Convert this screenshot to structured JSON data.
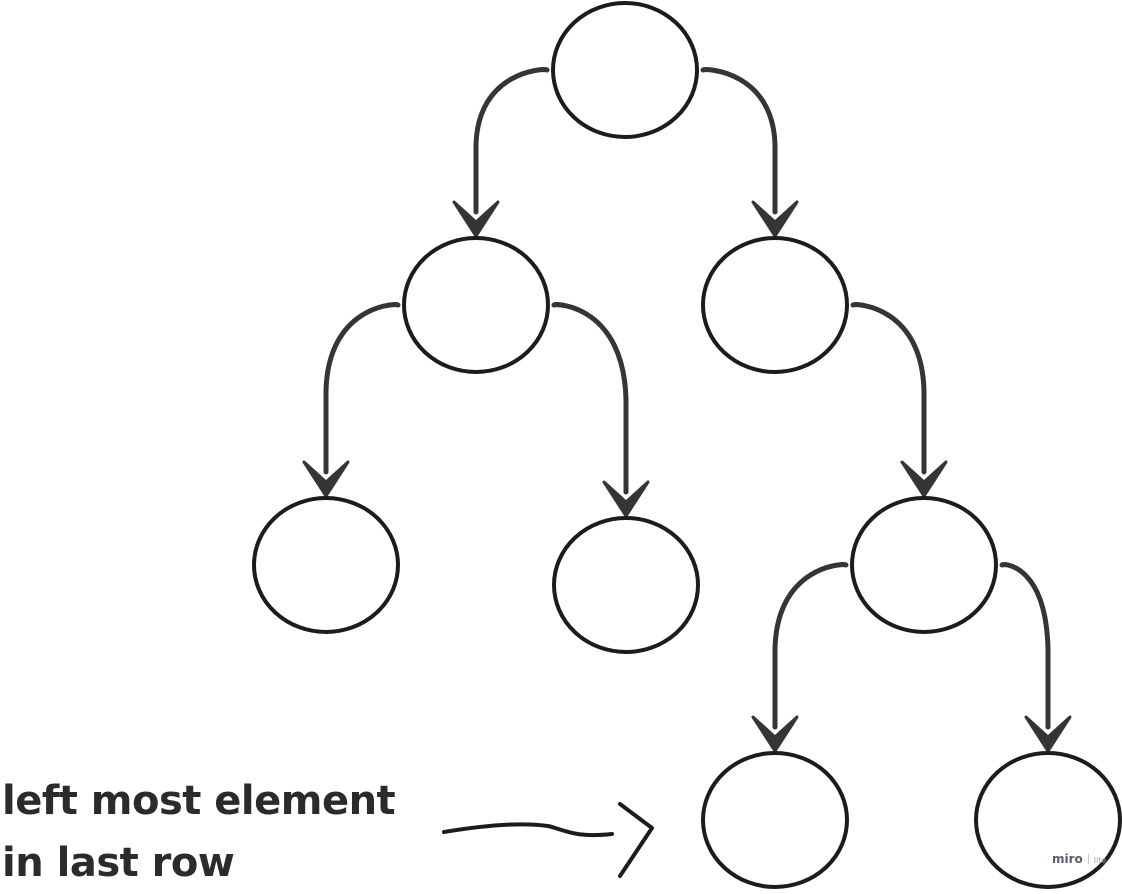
{
  "diagram": {
    "nodes": [
      {
        "id": "root"
      },
      {
        "id": "l"
      },
      {
        "id": "r"
      },
      {
        "id": "ll"
      },
      {
        "id": "lr"
      },
      {
        "id": "rr"
      },
      {
        "id": "rrl"
      },
      {
        "id": "rrr"
      }
    ],
    "edges": [
      {
        "from": "root",
        "to": "l"
      },
      {
        "from": "root",
        "to": "r"
      },
      {
        "from": "l",
        "to": "ll"
      },
      {
        "from": "l",
        "to": "lr"
      },
      {
        "from": "r",
        "to": "rr"
      },
      {
        "from": "rr",
        "to": "rrl"
      },
      {
        "from": "rr",
        "to": "rrr"
      }
    ],
    "annotation": {
      "line1": "left most element",
      "line2": "in last row",
      "points_to": "rrl"
    },
    "colors": {
      "stroke": "#1c1c1c",
      "arrow": "#353535",
      "text": "#2b2b2b"
    }
  },
  "watermark": {
    "brand": "miro",
    "tier": "lite"
  }
}
